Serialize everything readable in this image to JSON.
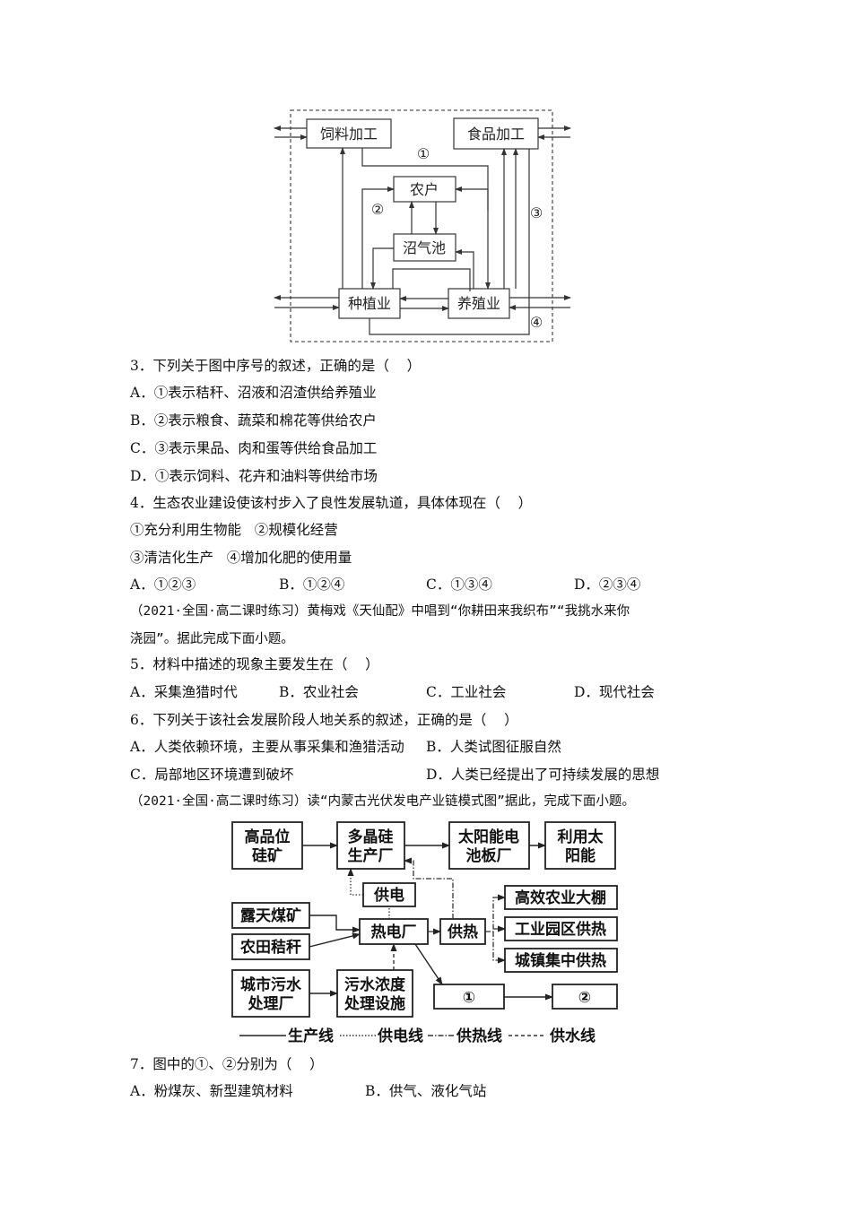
{
  "diagram1": {
    "boxes": {
      "feed": "饲料加工",
      "food": "食品加工",
      "farmer": "农户",
      "biogas": "沼气池",
      "planting": "种植业",
      "breeding": "养殖业"
    },
    "markers": {
      "m1": "①",
      "m2": "②",
      "m3": "③",
      "m4": "④"
    }
  },
  "q3": {
    "stem": "3．下列关于图中序号的叙述，正确的是（    ）",
    "options": [
      "A．①表示秸秆、沼液和沼渣供给养殖业",
      "B．②表示粮食、蔬菜和棉花等供给农户",
      "C．③表示果品、肉和蛋等供给食品加工",
      "D．①表示饲料、花卉和油料等供给市场"
    ]
  },
  "q4": {
    "stem": "4．生态农业建设使该村步入了良性发展轨道，具体体现在（    ）",
    "items_line1": "①充分利用生物能   ②规模化经营",
    "items_line2": "③清洁化生产   ④增加化肥的使用量",
    "options": [
      "A．①②③",
      "B．①②④",
      "C．①③④",
      "D．②③④"
    ]
  },
  "source1": {
    "line1": "（2021·全国·高二课时练习）黄梅戏《天仙配》中唱到“你耕田来我织布”“我挑水来你",
    "line2": "浇园”。据此完成下面小题。"
  },
  "q5": {
    "stem": "5．材料中描述的现象主要发生在（    ）",
    "options": [
      "A．采集渔猎时代",
      "B．农业社会",
      "C．工业社会",
      "D．现代社会"
    ]
  },
  "q6": {
    "stem": "6．下列关于该社会发展阶段人地关系的叙述，正确的是（    ）",
    "options": [
      "A．人类依赖环境，主要从事采集和渔猎活动",
      "B．人类试图征服自然",
      "C．局部地区环境遭到破坏",
      "D．人类已经提出了可持续发展的思想"
    ]
  },
  "source2": {
    "line1": "（2021·全国·高二课时练习）读“内蒙古光伏发电产业链模式图”据此，完成下面小题。"
  },
  "diagram2": {
    "boxes": {
      "silicon_ore": [
        "高品位",
        "硅矿"
      ],
      "polysilicon": [
        "多晶硅",
        "生产厂"
      ],
      "solar_panel": [
        "太阳能电",
        "池板厂"
      ],
      "use_solar": [
        "利用太",
        "阳能"
      ],
      "power_supply": "供电",
      "coal_mine": "露天煤矿",
      "straw": "农田秸秆",
      "thermal_plant": "热电厂",
      "heat_supply": "供热",
      "greenhouse": "高效农业大棚",
      "industrial_heat": "工业园区供热",
      "town_heat": "城镇集中供热",
      "sewage_plant": [
        "城市污水",
        "处理厂"
      ],
      "sewage_facility": [
        "污水浓度",
        "处理设施"
      ],
      "circle1": "①",
      "circle2": "②"
    },
    "legend": {
      "production": "生产线",
      "power": "供电线",
      "heat": "供热线",
      "water": "供水线"
    }
  },
  "q7": {
    "stem": "7．图中的①、②分别为（    ）",
    "options": [
      "A．粉煤灰、新型建筑材料",
      "B．供气、液化气站"
    ]
  }
}
